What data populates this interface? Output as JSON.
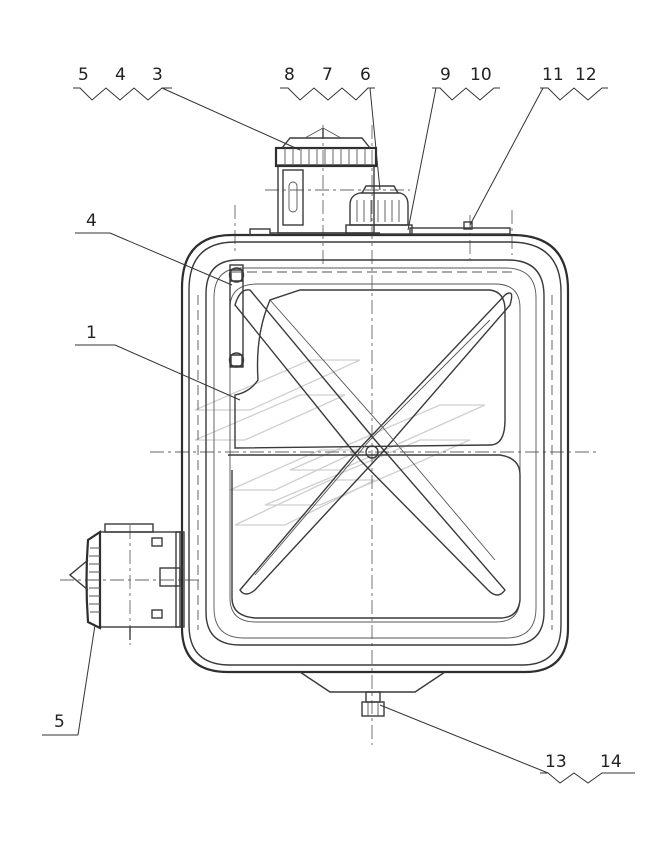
{
  "callouts": {
    "group_top_left": [
      "5",
      "4",
      "3"
    ],
    "group_top_middle": [
      "8",
      "7",
      "6"
    ],
    "group_top_right_a": [
      "9",
      "10"
    ],
    "group_top_right_b": [
      "11",
      "12"
    ],
    "left_4": "4",
    "left_1": "1",
    "bottom_left_5": "5",
    "group_bottom_right": [
      "13",
      "14"
    ]
  },
  "colors": {
    "line": "#3a3a3a",
    "background": "#ffffff",
    "watermark": "#cfcfcf"
  }
}
